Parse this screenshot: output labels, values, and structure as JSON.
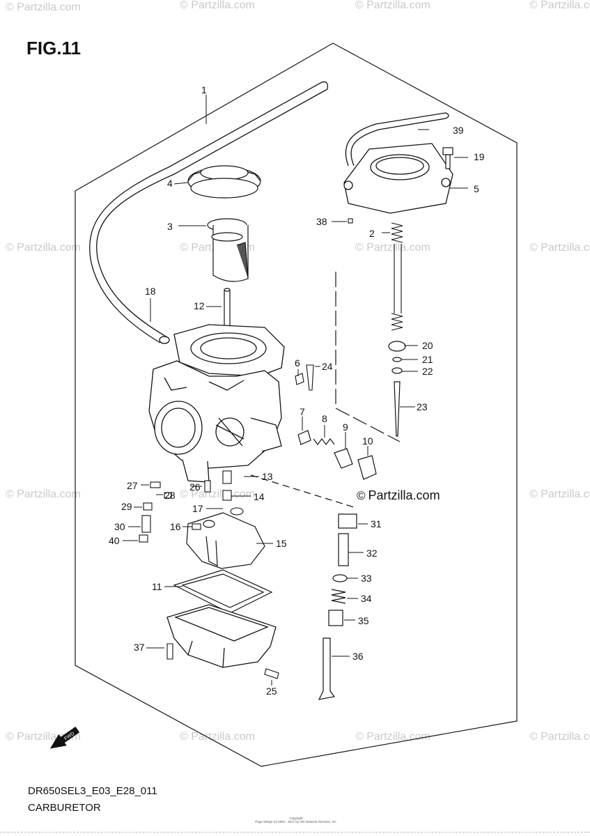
{
  "figure": {
    "title": "FIG.11",
    "code": "DR650SEL3_E03_E28_011",
    "name": "CARBURETOR",
    "copyright_line1": "Copyright",
    "copyright_line2": "Page design (c) 2004 - 2017 by ARI Network Services, Inc."
  },
  "watermark": {
    "text": "© Partzilla.com",
    "brand_mark": "©",
    "brand_text": "Partzilla.com"
  },
  "fwd_label": "FWD",
  "callouts": [
    "1",
    "2",
    "3",
    "4",
    "5",
    "6",
    "7",
    "8",
    "9",
    "10",
    "11",
    "12",
    "13",
    "14",
    "15",
    "16",
    "17",
    "18",
    "19",
    "20",
    "21",
    "22",
    "23",
    "24",
    "25",
    "26",
    "27",
    "28",
    "29",
    "30",
    "31",
    "32",
    "33",
    "34",
    "35",
    "36",
    "37",
    "38",
    "39",
    "40"
  ]
}
